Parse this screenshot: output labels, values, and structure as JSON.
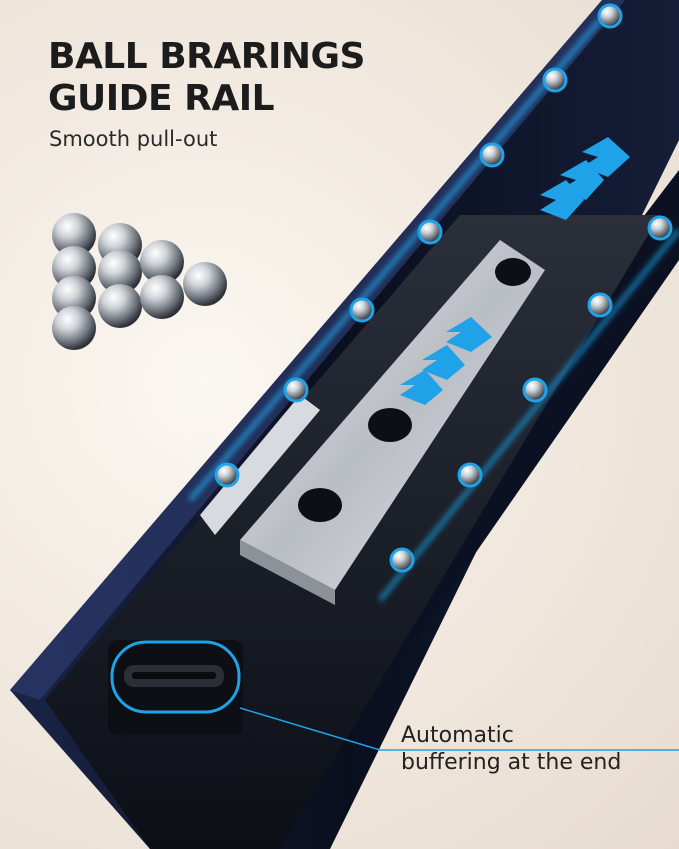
{
  "heading": {
    "line1": "BALL BRARINGS",
    "line2": "GUIDE RAIL"
  },
  "subheading": "Smooth pull-out",
  "callout": {
    "line1": "Automatic",
    "line2": "buffering at the end"
  },
  "colors": {
    "accent": "#1fa2e8",
    "rail": "#0d1324",
    "steel": "#c9ccd2",
    "text": "#1c1c1c"
  },
  "icons": [
    "steel-balls-icon",
    "arrow-chevrons-icon"
  ]
}
